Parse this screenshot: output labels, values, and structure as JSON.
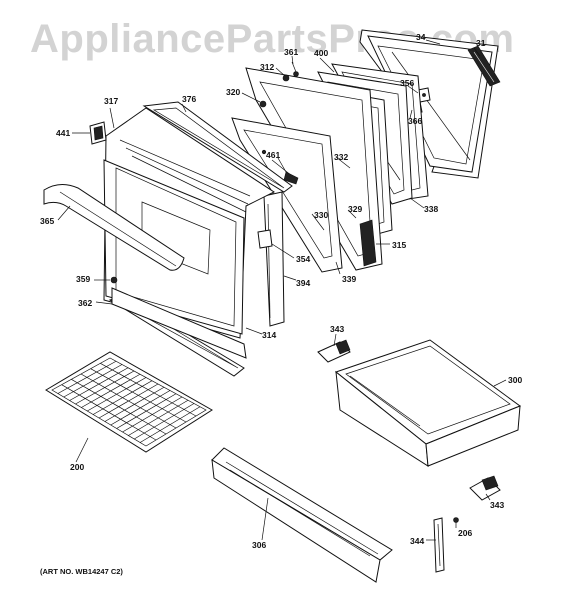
{
  "watermark": "AppliancePartsPros.com",
  "art_number": "(ART NO. WB14247 C2)",
  "callouts": [
    {
      "id": "34",
      "label": "34"
    },
    {
      "id": "31",
      "label": "31"
    },
    {
      "id": "361",
      "label": "361"
    },
    {
      "id": "400",
      "label": "400"
    },
    {
      "id": "312",
      "label": "312"
    },
    {
      "id": "356",
      "label": "356"
    },
    {
      "id": "320",
      "label": "320"
    },
    {
      "id": "317",
      "label": "317"
    },
    {
      "id": "376",
      "label": "376"
    },
    {
      "id": "366",
      "label": "366"
    },
    {
      "id": "441",
      "label": "441"
    },
    {
      "id": "461",
      "label": "461"
    },
    {
      "id": "332",
      "label": "332"
    },
    {
      "id": "338",
      "label": "338"
    },
    {
      "id": "365",
      "label": "365"
    },
    {
      "id": "329",
      "label": "329"
    },
    {
      "id": "330",
      "label": "330"
    },
    {
      "id": "315",
      "label": "315"
    },
    {
      "id": "354",
      "label": "354"
    },
    {
      "id": "339",
      "label": "339"
    },
    {
      "id": "359",
      "label": "359"
    },
    {
      "id": "394",
      "label": "394"
    },
    {
      "id": "362",
      "label": "362"
    },
    {
      "id": "314",
      "label": "314"
    },
    {
      "id": "343a",
      "label": "343"
    },
    {
      "id": "300",
      "label": "300"
    },
    {
      "id": "200",
      "label": "200"
    },
    {
      "id": "343b",
      "label": "343"
    },
    {
      "id": "206",
      "label": "206"
    },
    {
      "id": "306",
      "label": "306"
    },
    {
      "id": "344",
      "label": "344"
    }
  ]
}
